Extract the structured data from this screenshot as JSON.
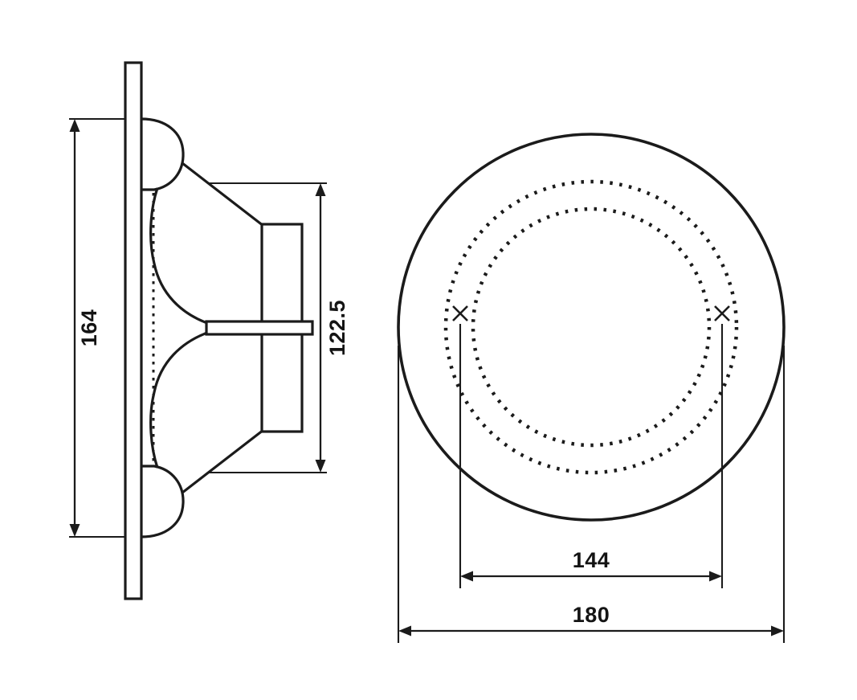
{
  "colors": {
    "ink": "#1b1b1b",
    "background": "#ffffff"
  },
  "drawing": {
    "side_view": {
      "dimensions": {
        "overall_height": "164",
        "basket_height": "122.5"
      }
    },
    "front_view": {
      "dimensions": {
        "bolt_circle_diameter": "144",
        "outer_diameter": "180"
      }
    }
  }
}
